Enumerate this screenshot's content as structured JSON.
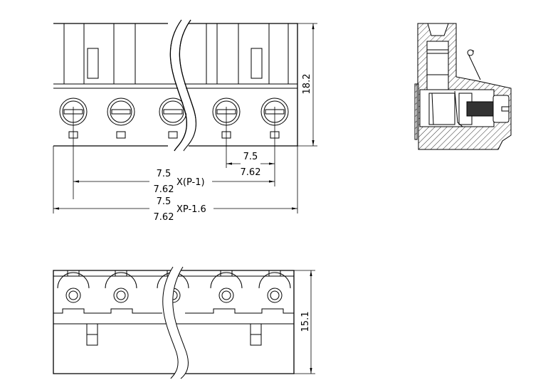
{
  "drawing": {
    "height_top_view": "18.2",
    "height_bottom_view": "15.1",
    "pitch_a": "7.5",
    "pitch_b": "7.62",
    "span_label": "X(P-1)",
    "overall_label": "XP-1.6",
    "pole_count_shown": 5
  }
}
